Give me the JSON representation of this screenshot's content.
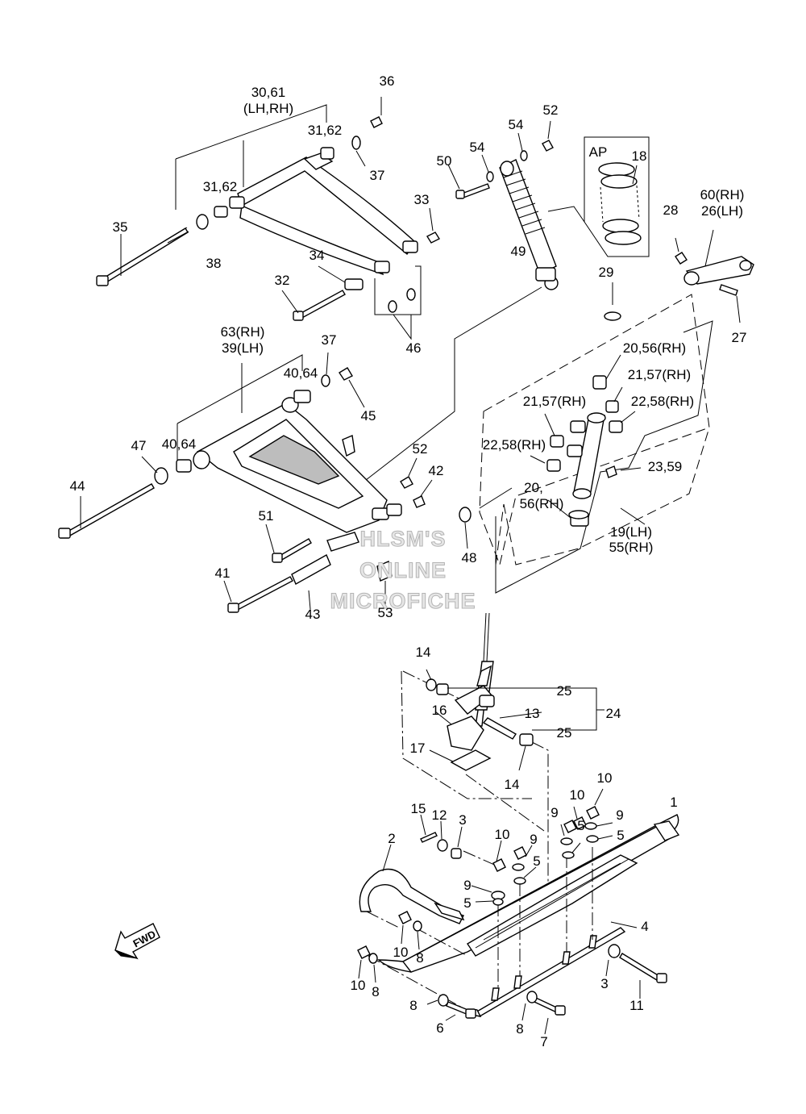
{
  "diagram": {
    "labels": {
      "l36": "36",
      "l30_61": "30,61",
      "l_lhrh": "(LH,RH)",
      "l31_62a": "31,62",
      "l37a": "37",
      "l31_62b": "31,62",
      "l33": "33",
      "l35": "35",
      "l38": "38",
      "l34": "34",
      "l32": "32",
      "l46": "46",
      "l50": "50",
      "l54a": "54",
      "l54b": "54",
      "l52a": "52",
      "l49": "49",
      "l_ap": "AP",
      "l18": "18",
      "l60": "60(RH)",
      "l26": "26(LH)",
      "l28": "28",
      "l27": "27",
      "l29": "29",
      "l63": "63(RH)",
      "l39": "39(LH)",
      "l37b": "37",
      "l40_64a": "40,64",
      "l45": "45",
      "l47": "47",
      "l40_64b": "40,64",
      "l44": "44",
      "l52b": "52",
      "l42": "42",
      "l51": "51",
      "l48": "48",
      "l41": "41",
      "l43": "43",
      "l53": "53",
      "l20_56a": "20,56(RH)",
      "l21_57a": "21,57(RH)",
      "l21_57b": "21,57(RH)",
      "l22_58a": "22,58(RH)",
      "l22_58b": "22,58(RH)",
      "l23_59": "23,59",
      "l20b": "20,",
      "l56b": "56(RH)",
      "l19": "19(LH)",
      "l55": "55(RH)",
      "l14a": "14",
      "l25a": "25",
      "l16": "16",
      "l13": "13",
      "l24": "24",
      "l25b": "25",
      "l17": "17",
      "l14b": "14",
      "l15": "15",
      "l12": "12",
      "l3a": "3",
      "l10a": "10",
      "l10b": "10",
      "l10c": "10",
      "l9a": "9",
      "l9b": "9",
      "l9c": "9",
      "l9d": "9",
      "l5a": "5",
      "l5b": "5",
      "l5c": "5",
      "l5d": "5",
      "l1": "1",
      "l2": "2",
      "l4": "4",
      "l10d": "10",
      "l8a": "8",
      "l10e": "10",
      "l8b": "8",
      "l3b": "3",
      "l11": "11",
      "l8c": "8",
      "l6": "6",
      "l8d": "8",
      "l7": "7"
    },
    "fwd": "FWD",
    "watermark": [
      "HLSM'S",
      "ONLINE",
      "MICROFICHE"
    ]
  }
}
